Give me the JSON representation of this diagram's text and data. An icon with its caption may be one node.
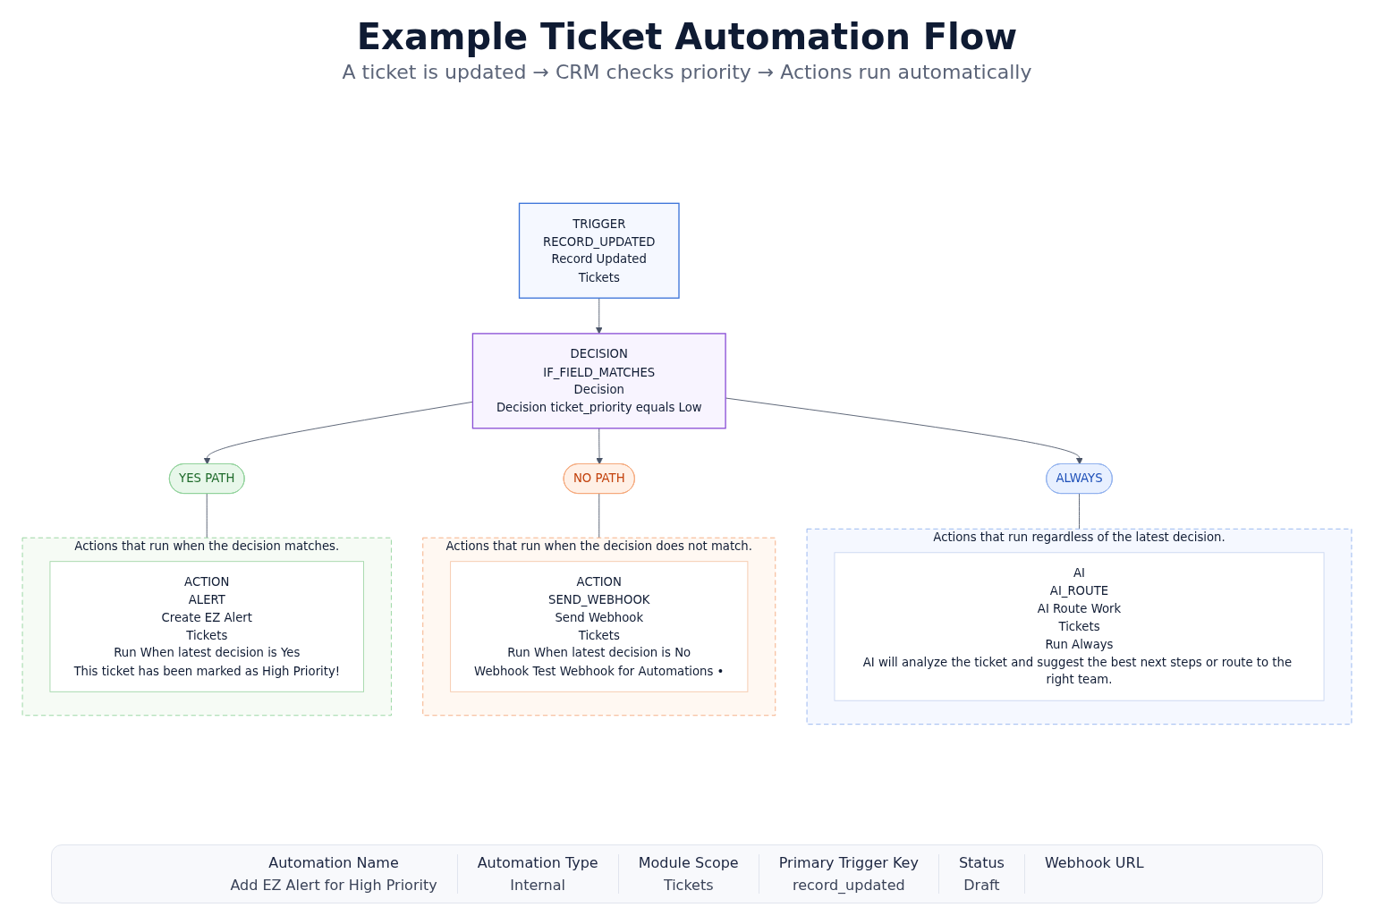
{
  "diagram": {
    "title": "Example Ticket Automation Flow",
    "nodes": [
      {
        "text": [
          "TRIGGER",
          "RECORD_UPDATED",
          "Record Updated",
          "Tickets"
        ]
      },
      {
        "text": [
          "DECISION",
          "IF_FIELD_MATCHES",
          "Decision",
          "Decision ticket_priority equals Low"
        ]
      },
      {
        "text": [
          "YES PATH"
        ]
      },
      {
        "text": [
          "NO PATH"
        ]
      },
      {
        "text": [
          "ALWAYS"
        ]
      },
      {
        "text": [
          "Actions that run when the decision matches."
        ]
      },
      {
        "text": [
          "ACTION",
          "ALERT",
          "Create EZ Alert",
          "Tickets",
          "Run When latest decision is Yes",
          "This ticket has been marked as High Priority!"
        ],
        "in": 5
      },
      {
        "text": [
          "Actions that run when the decision does not match."
        ]
      },
      {
        "text": [
          "ACTION",
          "SEND_WEBHOOK",
          "Send Webhook",
          "Tickets",
          "Run When latest decision is No",
          "Webhook Test Webhook for Automations •"
        ],
        "in": 7
      },
      {
        "text": [
          "Actions that run regardless of the latest decision."
        ]
      },
      {
        "text": [
          "AI",
          "AI_ROUTE",
          "AI Route Work",
          "Tickets",
          "Run Always",
          "AI will analyze the ticket and suggest the best next steps or route to the right team."
        ],
        "in": 9
      }
    ],
    "edges": [
      {
        "from": 0,
        "to": 1,
        "arrow": "to"
      },
      {
        "from": 1,
        "to": 2,
        "arrow": "to"
      },
      {
        "from": 1,
        "to": 3,
        "arrow": "to"
      },
      {
        "from": 1,
        "to": 4,
        "arrow": "to"
      },
      {
        "from": 2,
        "to": 5,
        "arrow": "none"
      },
      {
        "from": 3,
        "to": 7,
        "arrow": "none"
      },
      {
        "from": 4,
        "to": 9,
        "arrow": "none"
      }
    ],
    "labels": [
      "A ticket is updated → CRM checks priority → Actions run automatically",
      "Automation Name",
      "Add EZ Alert for High Priority",
      "Automation Type",
      "Internal",
      "Module Scope",
      "Tickets",
      "Primary Trigger Key",
      "record_updated",
      "Status",
      "Draft",
      "Webhook URL"
    ]
  }
}
